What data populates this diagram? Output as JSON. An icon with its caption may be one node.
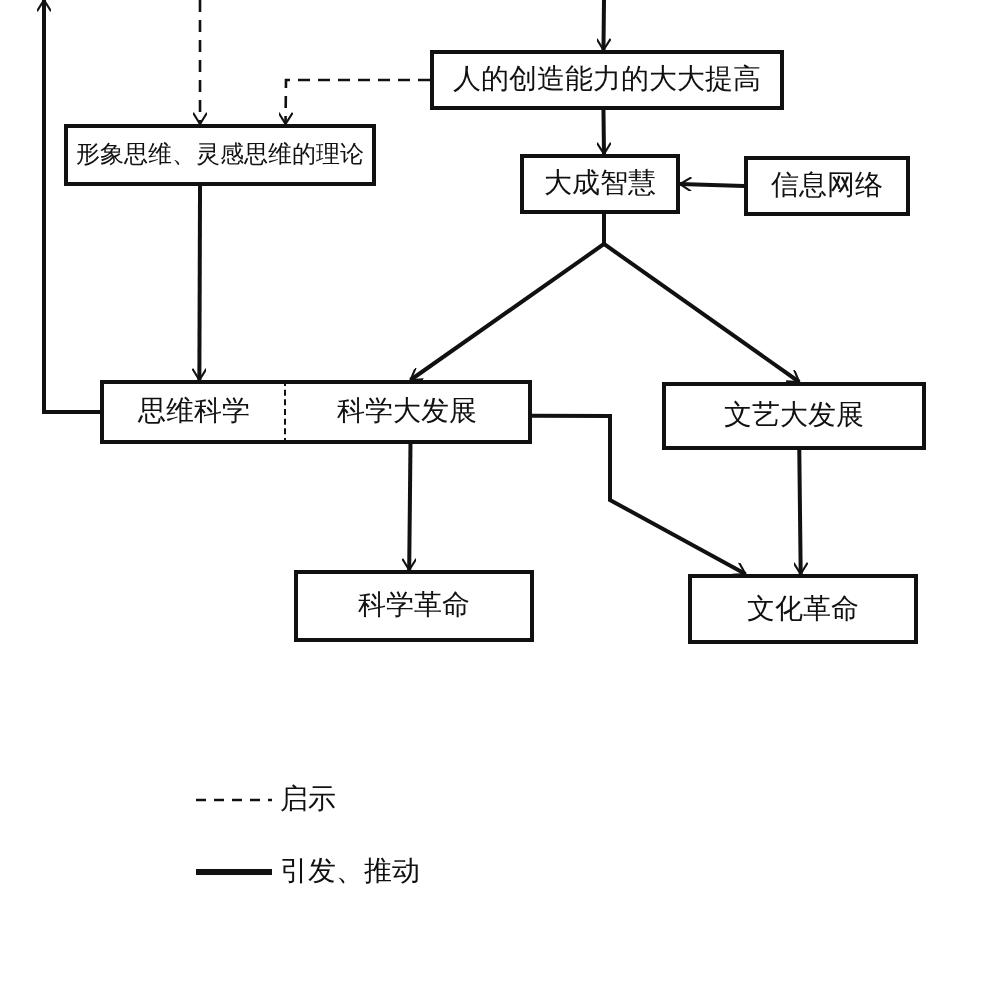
{
  "diagram": {
    "nodes": [
      {
        "text": [
          "人的创造能力的大大提高"
        ]
      },
      {
        "text": [
          "形象思维、灵感思维的理论"
        ]
      },
      {
        "text": [
          "大成智慧"
        ]
      },
      {
        "text": [
          "信息网络"
        ]
      },
      {
        "text": [
          "思维科学"
        ]
      },
      {
        "text": [
          "科学大发展"
        ]
      },
      {
        "text": [
          "文艺大发展"
        ]
      },
      {
        "text": [
          "科学革命"
        ]
      },
      {
        "text": [
          "文化革命"
        ]
      }
    ],
    "edges": [
      {
        "from": null,
        "to": 0,
        "arrow": "to"
      },
      {
        "from": null,
        "to": 1,
        "arrow": "to",
        "style": "dashed"
      },
      {
        "from": 0,
        "to": 1,
        "arrow": "to",
        "style": "dashed"
      },
      {
        "from": 0,
        "to": 2,
        "arrow": "to"
      },
      {
        "from": 3,
        "to": 2,
        "arrow": "to"
      },
      {
        "from": 1,
        "to": 4,
        "arrow": "to"
      },
      {
        "from": 2,
        "to": 5,
        "arrow": "to"
      },
      {
        "from": 2,
        "to": 6,
        "arrow": "to"
      },
      {
        "from": 4,
        "to": null,
        "arrow": "to"
      },
      {
        "from": 5,
        "to": 7,
        "arrow": "to"
      },
      {
        "from": 5,
        "to": 8,
        "arrow": "to"
      },
      {
        "from": 6,
        "to": 8,
        "arrow": "to"
      }
    ],
    "legend": [
      {
        "text": "启示"
      },
      {
        "text": "引发、推动"
      }
    ]
  }
}
